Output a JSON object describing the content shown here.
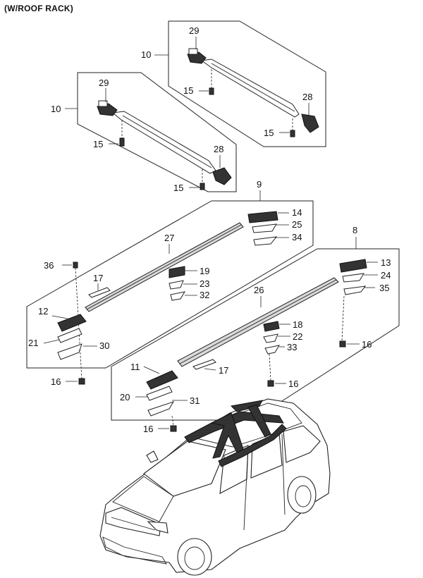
{
  "heading": "(W/ROOF RACK)",
  "callouts": [
    {
      "id": "c10a",
      "text": "10"
    },
    {
      "id": "c29a",
      "text": "29"
    },
    {
      "id": "c15a",
      "text": "15"
    },
    {
      "id": "c28a",
      "text": "28"
    },
    {
      "id": "c15b",
      "text": "15"
    },
    {
      "id": "c10b",
      "text": "10"
    },
    {
      "id": "c29b",
      "text": "29"
    },
    {
      "id": "c15c",
      "text": "15"
    },
    {
      "id": "c28b",
      "text": "28"
    },
    {
      "id": "c15d",
      "text": "15"
    },
    {
      "id": "c9",
      "text": "9"
    },
    {
      "id": "c14",
      "text": "14"
    },
    {
      "id": "c25",
      "text": "25"
    },
    {
      "id": "c34",
      "text": "34"
    },
    {
      "id": "c27",
      "text": "27"
    },
    {
      "id": "c36",
      "text": "36"
    },
    {
      "id": "c19",
      "text": "19"
    },
    {
      "id": "c23",
      "text": "23"
    },
    {
      "id": "c32",
      "text": "32"
    },
    {
      "id": "c17a",
      "text": "17"
    },
    {
      "id": "c12",
      "text": "12"
    },
    {
      "id": "c21",
      "text": "21"
    },
    {
      "id": "c30",
      "text": "30"
    },
    {
      "id": "c16a",
      "text": "16"
    },
    {
      "id": "c8",
      "text": "8"
    },
    {
      "id": "c13",
      "text": "13"
    },
    {
      "id": "c24",
      "text": "24"
    },
    {
      "id": "c35",
      "text": "35"
    },
    {
      "id": "c26",
      "text": "26"
    },
    {
      "id": "c18",
      "text": "18"
    },
    {
      "id": "c22",
      "text": "22"
    },
    {
      "id": "c33",
      "text": "33"
    },
    {
      "id": "c16b",
      "text": "16"
    },
    {
      "id": "c16c",
      "text": "16"
    },
    {
      "id": "c11",
      "text": "11"
    },
    {
      "id": "c20",
      "text": "20"
    },
    {
      "id": "c31",
      "text": "31"
    },
    {
      "id": "c17b",
      "text": "17"
    },
    {
      "id": "c16d",
      "text": "16"
    }
  ]
}
